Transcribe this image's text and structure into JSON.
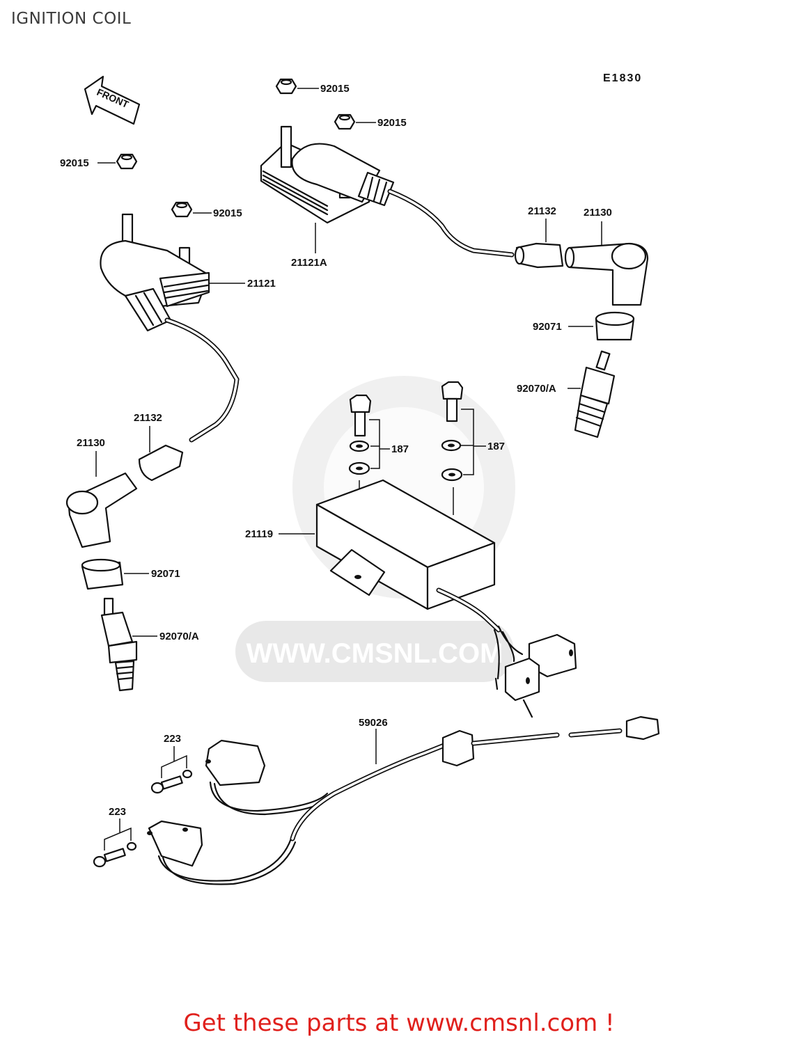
{
  "title": "IGNITION COIL",
  "diagram_code": "E1830",
  "front_label": "FRONT",
  "watermark_text": "WWW.CMSNL.COM",
  "part_labels": {
    "nut_top": "92015",
    "nut_top_right": "92015",
    "nut_left": "92015",
    "nut_mid": "92015",
    "coil_right": "21121A",
    "coil_left": "21121",
    "sleeve_right": "21132",
    "cap_right": "21130",
    "seal_right": "92071",
    "plug_right": "92070/A",
    "bolts_left": "187",
    "bolts_right": "187",
    "igniter": "21119",
    "sleeve_left": "21132",
    "cap_left": "21130",
    "seal_left": "92071",
    "plug_left": "92070/A",
    "harness": "59026",
    "screw_upper": "223",
    "screw_lower": "223"
  },
  "footer_text": "Get these parts at www.cmsnl.com !",
  "colors": {
    "footer": "#e0201c",
    "lines": "#111111",
    "watermark": "#e6e6e6"
  }
}
